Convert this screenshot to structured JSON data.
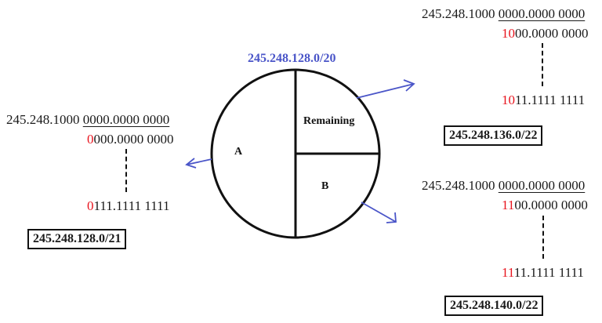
{
  "diagram": {
    "title": "245.248.128.0/20",
    "colors": {
      "accent": "#4a55c8",
      "highlight_bits": "#e8141e",
      "line": "#111111"
    },
    "circle": {
      "sections": [
        {
          "label": "A"
        },
        {
          "label": "Remaining"
        },
        {
          "label": "B"
        }
      ]
    },
    "left_block": {
      "base_prefix": "245.248.1000 ",
      "base_suffix": "0000.0000 0000",
      "first_red": "0",
      "first_rest": "000.0000 0000",
      "last_red": "0",
      "last_rest": "111.1111 1111",
      "result": "245.248.128.0/21"
    },
    "top_right_block": {
      "base_prefix": "245.248.1000 ",
      "base_suffix": "0000.0000 0000",
      "first_red": "10",
      "first_rest": "00.0000 0000",
      "last_red": "10",
      "last_rest": "11.1111 1111",
      "result": "245.248.136.0/22"
    },
    "bottom_right_block": {
      "base_prefix": "245.248.1000 ",
      "base_suffix": "0000.0000 0000",
      "first_red": "11",
      "first_rest": "00.0000 0000",
      "last_red": "11",
      "last_rest": "11.1111 1111",
      "result": "245.248.140.0/22"
    }
  }
}
